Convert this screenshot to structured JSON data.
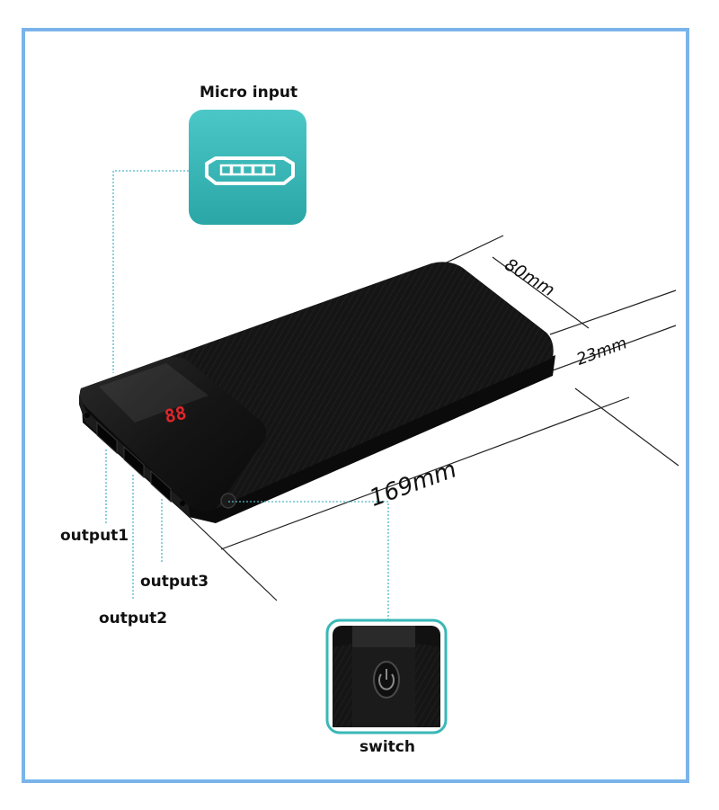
{
  "labels": {
    "micro_input": "Micro input",
    "output1": "output1",
    "output2": "output2",
    "output3": "output3",
    "switch": "switch"
  },
  "dimensions": {
    "width": "80mm",
    "thickness": "23mm",
    "length": "169mm"
  },
  "display": {
    "digits": "88"
  },
  "colors": {
    "frame": "#7ab4ea",
    "accent": "#3ab7b7",
    "guide": "#4fb6c8",
    "body": "#141414",
    "led": "#e0262a"
  },
  "icons": {
    "micro_usb": "micro-usb-port-icon",
    "power": "power-button-icon"
  }
}
